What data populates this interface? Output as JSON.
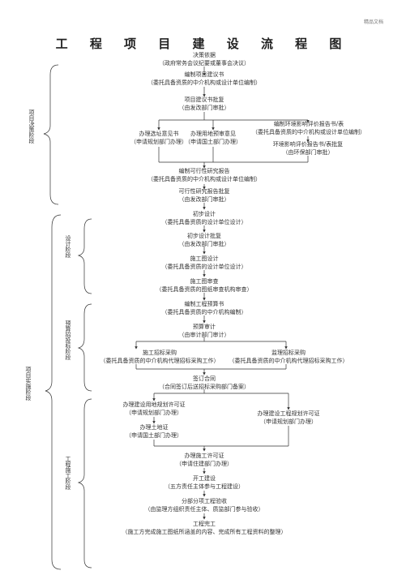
{
  "corner_note": "精品文档",
  "title": "工 程 项 目 建 设 流 程 图",
  "phases": {
    "decision": "项目决策阶段",
    "implementation": "项目实施阶段",
    "design": "设计阶段",
    "budget_tender": "预算招投标阶段",
    "construction": "工程施工阶段"
  },
  "steps": {
    "s1": {
      "title": "决策依据",
      "note": "（政府常务会议纪要或董事会决议）"
    },
    "s2": {
      "title": "编制项目建议书",
      "note": "（委托具备资质的中介机构或设计单位编制）"
    },
    "s3": {
      "title": "项目建议书批复",
      "note": "（由发改部门审批）"
    },
    "s4a": {
      "title": "办理选址意见书",
      "note": "（申请规划部门办理）"
    },
    "s4b": {
      "title": "办理用地预审意见",
      "note": "（申请国土部门办理）"
    },
    "s4c": {
      "title": "编制环境影响评价报告书/表",
      "note": "（委托具备资质的中介机构或设计单位编制）"
    },
    "s4d": {
      "title": "环境影响评价报告书/表批复",
      "note": "（由环保部门审批）"
    },
    "s5": {
      "title": "编制可行性研究报告",
      "note": "（委托具备资质的中介机构或设计单位编制）"
    },
    "s6": {
      "title": "可行性研究报告批复",
      "note": "（由发改部门审批）"
    },
    "s7": {
      "title": "初步设计",
      "note": "（委托具备资质的设计单位设计）"
    },
    "s8": {
      "title": "初步设计批复",
      "note": "（由发改部门审批）"
    },
    "s9": {
      "title": "施工图设计",
      "note": "（委托具备资质的设计单位设计）"
    },
    "s10": {
      "title": "施工图审查",
      "note": "（委托具备资质的图纸审查机构审查）"
    },
    "s11": {
      "title": "编制工程预算书",
      "note": "（委托具备资质的中介机构编制）"
    },
    "s12": {
      "title": "预算审计",
      "note": "（由审计部门审计）"
    },
    "s13a": {
      "title": "施工招标采购",
      "note": "（委托具备资质的中介机构代理招标采购工作）"
    },
    "s13b": {
      "title": "监理招标采购",
      "note": "（委托具备资质的中介机构代理招标采购工作）"
    },
    "s14": {
      "title": "签订合同",
      "note": "（合同签订后送招标采购部门备案）"
    },
    "s15a": {
      "title": "办理建设用地规划许可证",
      "note": "（申请规划部门办理）"
    },
    "s15b": {
      "title": "办理土地证",
      "note": "（申请国土部门办理）"
    },
    "s15c": {
      "title": "办理建设工程规划许可证",
      "note": "（申请规划部门办理）"
    },
    "s16": {
      "title": "办理施工许可证",
      "note": "（申请住建部门办理）"
    },
    "s17": {
      "title": "开工建设",
      "note": "（五方责任主体参与工程建设）"
    },
    "s18": {
      "title": "分部分项工程验收",
      "note": "（由监理方组织责任主体、质监部门参与验收）"
    },
    "s19": {
      "title": "工程完工",
      "note": "（施工方完成施工图纸所涵盖的内容、完成所有工程资料的整理）"
    }
  }
}
